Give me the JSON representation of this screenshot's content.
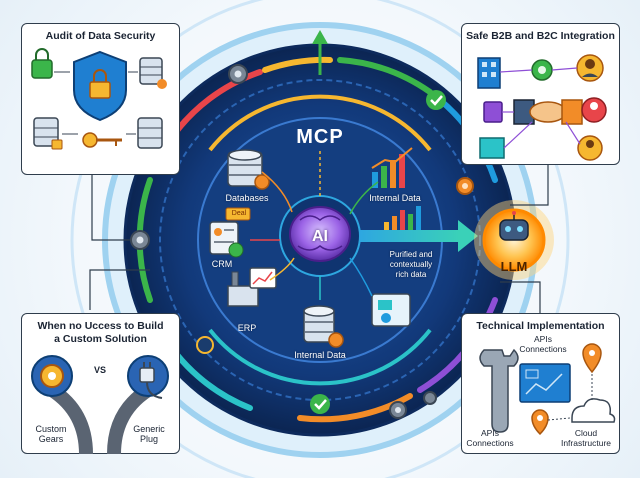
{
  "center": {
    "title": "MCP",
    "ai_label": "AI",
    "databases_label": "Databases",
    "internal_data_top": "Internal Data",
    "crm_label": "CRM",
    "deal_tag": "Deal",
    "erp_label": "ERP",
    "internal_data_bottom": "Internal Data",
    "purified_label": [
      "Purified and",
      "contextually",
      "rich data"
    ]
  },
  "llm": {
    "label": "LLM"
  },
  "panels": {
    "audit": {
      "title": "Audit of Data Security"
    },
    "integration": {
      "title": "Safe B2B and B2C Integration"
    },
    "custom": {
      "title_lines": [
        "When no Uccess to Build",
        "a Custom Solution"
      ],
      "vs": "VS",
      "left_label": [
        "Custom",
        "Gears"
      ],
      "right_label": [
        "Generic",
        "Plug"
      ]
    },
    "technical": {
      "title": "Technical Implementation",
      "apis_top": [
        "APIs",
        "Connections"
      ],
      "apis_bottom": [
        "APIs",
        "Connections"
      ],
      "cloud": [
        "Cloud",
        "Infrastructure"
      ]
    }
  },
  "colors": {
    "ring_dark": "#0d2a5c",
    "ring_mid": "#15407e",
    "accent_blue": "#1f7fd1",
    "accent_green": "#3bb54a",
    "accent_orange": "#f28c28",
    "brain_purple": "#8e4fd6",
    "llm_glow": "#ff9a1f"
  }
}
